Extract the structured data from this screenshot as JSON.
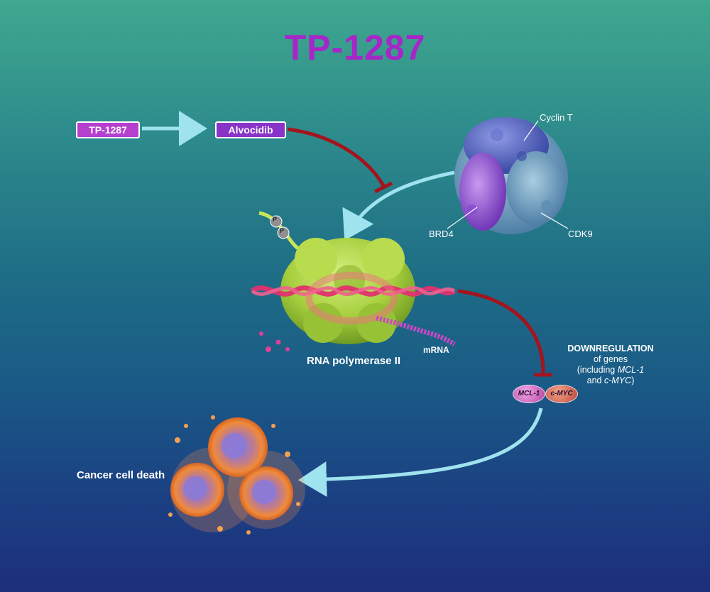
{
  "title": "TP-1287",
  "boxes": {
    "tp1287": "TP-1287",
    "alvocidib": "Alvocidib"
  },
  "complex_labels": {
    "cyclin_t": "Cyclin T",
    "brd4": "BRD4",
    "cdk9": "CDK9"
  },
  "polymerase": {
    "label": "RNA polymerase II",
    "mrna_label": "mRNA",
    "phosphate": "P"
  },
  "downregulation": {
    "heading": "DOWNREGULATION",
    "line1": "of genes",
    "line2_prefix": "(including ",
    "gene1": "MCL-1",
    "line3_prefix": "and ",
    "gene2": "c-MYC",
    "line3_suffix": ")"
  },
  "genes": {
    "mcl1": "MCL-1",
    "cmyc": "c-MYC"
  },
  "outcome": "Cancer cell death",
  "colors": {
    "title": "#a726c8",
    "inhibit_arrow": "#a3141e",
    "activate_arrow": "#9fe3ef",
    "polymerase": "#a6cf3e",
    "dna": "#e0336f",
    "cyclin_t": "#5a68c8",
    "brd4": "#9a5ad8",
    "cdk9": "#6f9fbf"
  }
}
